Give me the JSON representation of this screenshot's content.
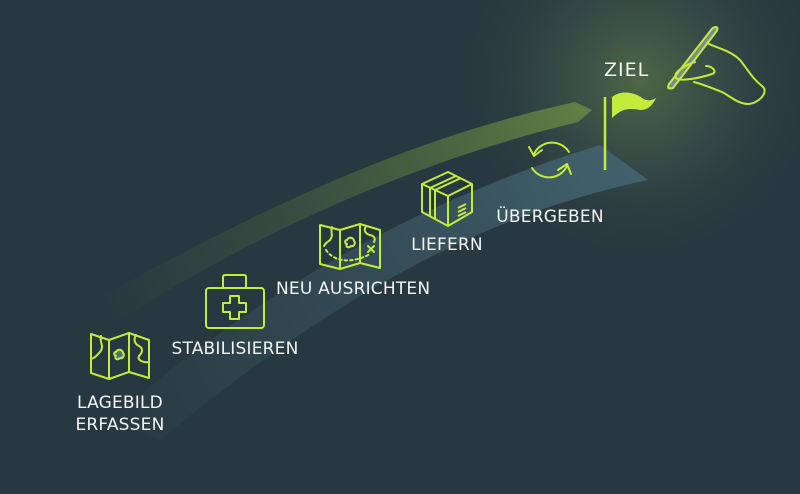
{
  "diagram": {
    "type": "process-roadmap",
    "colors": {
      "background": "#283840",
      "accent": "#c3ec3a",
      "label_text": "#f2f4f4",
      "green_band": "#5f7d3e",
      "blue_band": "#3d5a66"
    },
    "steps": [
      {
        "id": "lagebild",
        "label_line1": "LAGEBILD",
        "label_line2": "ERFASSEN",
        "icon": "map-icon"
      },
      {
        "id": "stabilisieren",
        "label": "STABILISIEREN",
        "icon": "first-aid-kit-icon"
      },
      {
        "id": "neu-ausrichten",
        "label": "NEU AUSRICHTEN",
        "icon": "treasure-map-icon"
      },
      {
        "id": "liefern",
        "label": "LIEFERN",
        "icon": "package-box-icon"
      },
      {
        "id": "uebergeben",
        "label": "ÜBERGEBEN",
        "icon": "cycle-arrows-icon"
      }
    ],
    "goal": {
      "label": "ZIEL",
      "icon": "flag-icon",
      "decoration": "hand-with-pen-icon"
    }
  }
}
